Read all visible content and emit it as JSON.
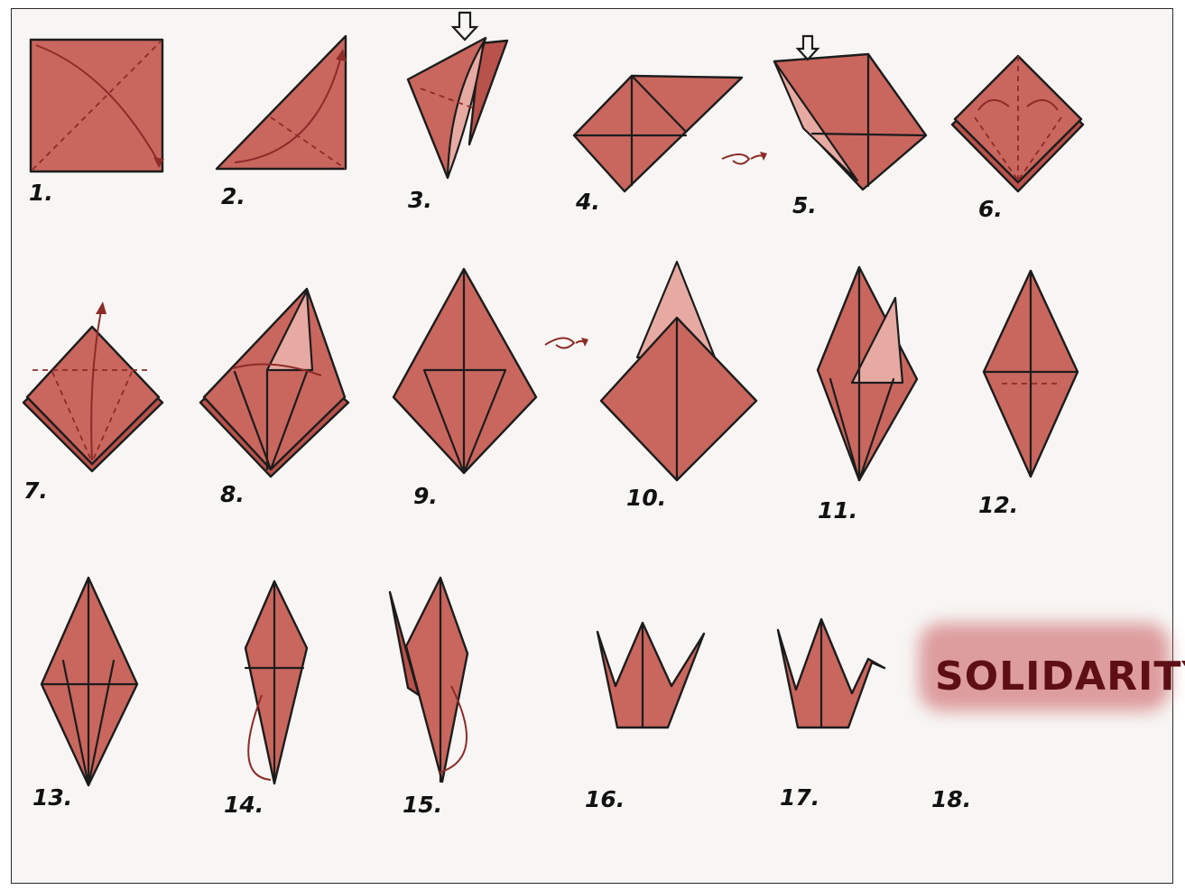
{
  "steps": [
    {
      "label": "1."
    },
    {
      "label": "2."
    },
    {
      "label": "3."
    },
    {
      "label": "4."
    },
    {
      "label": "5."
    },
    {
      "label": "6."
    },
    {
      "label": "7."
    },
    {
      "label": "8."
    },
    {
      "label": "9."
    },
    {
      "label": "10."
    },
    {
      "label": "11."
    },
    {
      "label": "12."
    },
    {
      "label": "13."
    },
    {
      "label": "14."
    },
    {
      "label": "15."
    },
    {
      "label": "16."
    },
    {
      "label": "17."
    },
    {
      "label": "18."
    }
  ],
  "final_word": "SOLIDARITY",
  "colors": {
    "paper": "#c9665e",
    "crease": "#8c2b27",
    "word_ink": "#5e0f16",
    "word_wash": "#d98d8f"
  }
}
